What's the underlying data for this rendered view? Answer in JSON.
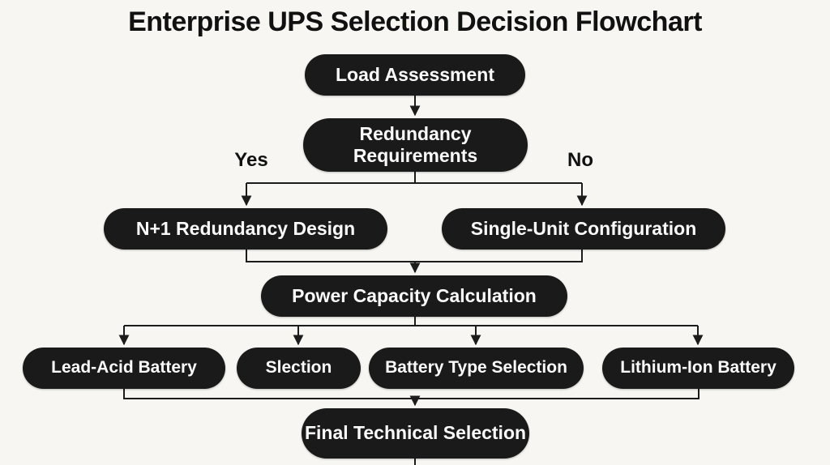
{
  "title": "Enterprise UPS Selection Decision Flowchart",
  "nodes": {
    "load_assessment": "Load Assessment",
    "redundancy_requirements": "Redundancy Requirements",
    "n1_redundancy": "N+1 Redundancy Design",
    "single_unit": "Single-Unit Configuration",
    "power_capacity": "Power Capacity Calculation",
    "lead_acid": "Lead-Acid Battery",
    "slection": "Slection",
    "battery_type": "Battery Type Selection",
    "lithium_ion": "Lithium-Ion Battery",
    "final_selection": "Final Technical Selection"
  },
  "edge_labels": {
    "yes": "Yes",
    "no": "No"
  },
  "colors": {
    "background": "#f7f6f2",
    "node_fill": "#1a1a1a",
    "node_text": "#fafafa",
    "line": "#1c1c1c",
    "title_text": "#111111"
  }
}
